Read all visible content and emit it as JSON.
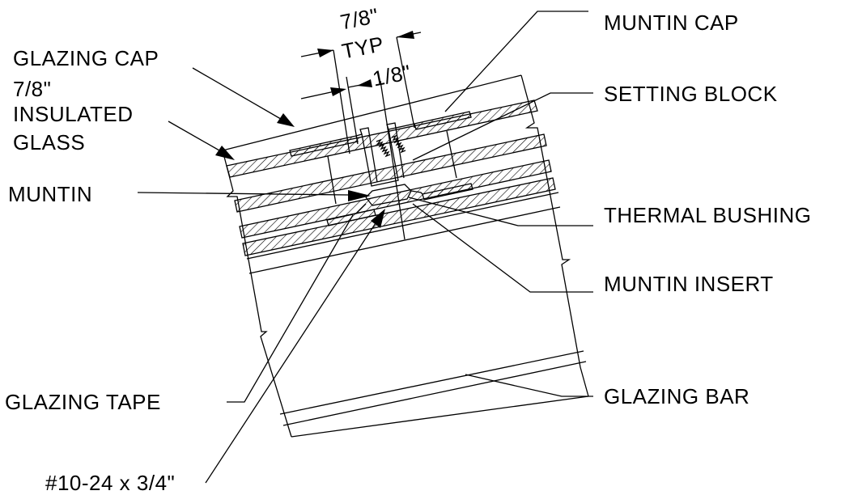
{
  "labels": {
    "glazing_cap": "GLAZING CAP",
    "insulated_glass_size": "7/8\"",
    "insulated_glass_line1": "INSULATED",
    "insulated_glass_line2": "GLASS",
    "muntin": "MUNTIN",
    "glazing_tape": "GLAZING TAPE",
    "screw": "#10-24 x 3/4\"",
    "muntin_cap": "MUNTIN CAP",
    "setting_block": "SETTING BLOCK",
    "thermal_bushing": "THERMAL BUSHING",
    "muntin_insert": "MUNTIN INSERT",
    "glazing_bar": "GLAZING BAR"
  },
  "dimensions": {
    "typ_width": "7/8\"",
    "typ_note": "TYP",
    "gap": "1/8\""
  },
  "colors": {
    "line": "#000000",
    "background": "#ffffff"
  }
}
